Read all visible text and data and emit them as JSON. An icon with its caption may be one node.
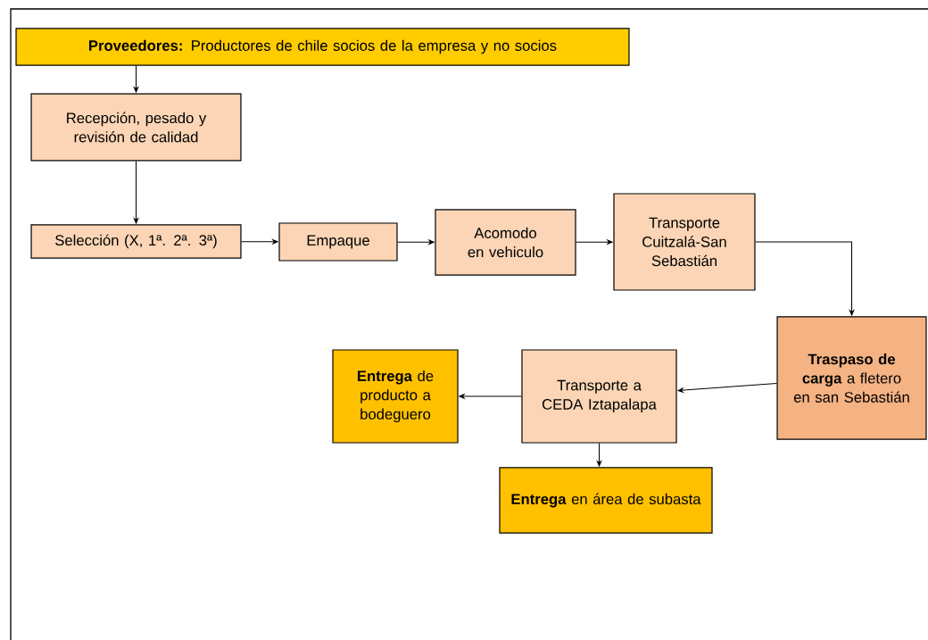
{
  "diagram": {
    "nodes": [
      {
        "text": [
          "**Proveedores:** Productores de chile socios de la empresa y no socios"
        ]
      },
      {
        "text": [
          "Recepción, pesado y revisión de calidad"
        ]
      },
      {
        "text": [
          "Selección (X, 1ª. 2ª. 3ª)"
        ]
      },
      {
        "text": [
          "Empaque"
        ]
      },
      {
        "text": [
          "Acomodo en vehiculo"
        ]
      },
      {
        "text": [
          "Transporte Cuitzalá-San Sebastián"
        ]
      },
      {
        "text": [
          "**Traspaso de carga** a fletero en san Sebastián"
        ]
      },
      {
        "text": [
          "Transporte a CEDA Iztapalapa"
        ]
      },
      {
        "text": [
          "**Entrega** de producto a bodeguero"
        ]
      },
      {
        "text": [
          "**Entrega** en área de subasta"
        ]
      }
    ],
    "edges": [
      {
        "from": 0,
        "to": 1,
        "arrow": "to"
      },
      {
        "from": 1,
        "to": 2,
        "arrow": "to"
      },
      {
        "from": 2,
        "to": 3,
        "arrow": "to"
      },
      {
        "from": 3,
        "to": 4,
        "arrow": "to"
      },
      {
        "from": 4,
        "to": 5,
        "arrow": "to"
      },
      {
        "from": 5,
        "to": 6,
        "arrow": "to"
      },
      {
        "from": 6,
        "to": 7,
        "arrow": "to"
      },
      {
        "from": 7,
        "to": 8,
        "arrow": "to"
      },
      {
        "from": 7,
        "to": 9,
        "arrow": "to"
      }
    ]
  }
}
